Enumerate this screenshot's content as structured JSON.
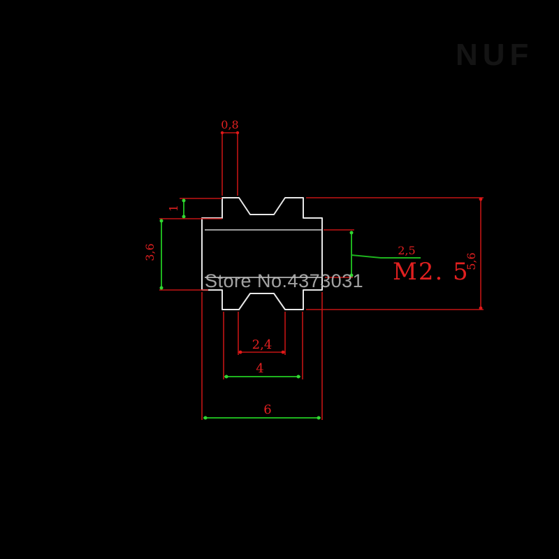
{
  "drawing": {
    "kind": "CAD technical drawing, pulley / wheel cross-section, black background",
    "thread_callout": "M2. 5",
    "dimensions": {
      "groove_shoulder_width": "0,8",
      "flange_height": "1",
      "body_height": "3,6",
      "overall_height": "5,6",
      "bore_diameter": "2,5",
      "groove_opening_width": "2,4",
      "flange_width": "4",
      "overall_width": "6"
    }
  },
  "watermark": {
    "text": "Store No.4373031"
  },
  "corner_text": {
    "text": "NUF"
  },
  "colors": {
    "background": "#000000",
    "part_outline": "#e8e8e8",
    "dimension_line_red": "#c41414",
    "dimension_line_green": "#1eb41e",
    "dimension_text_red": "#e22020",
    "watermark_gray": "#b9b9b9"
  }
}
